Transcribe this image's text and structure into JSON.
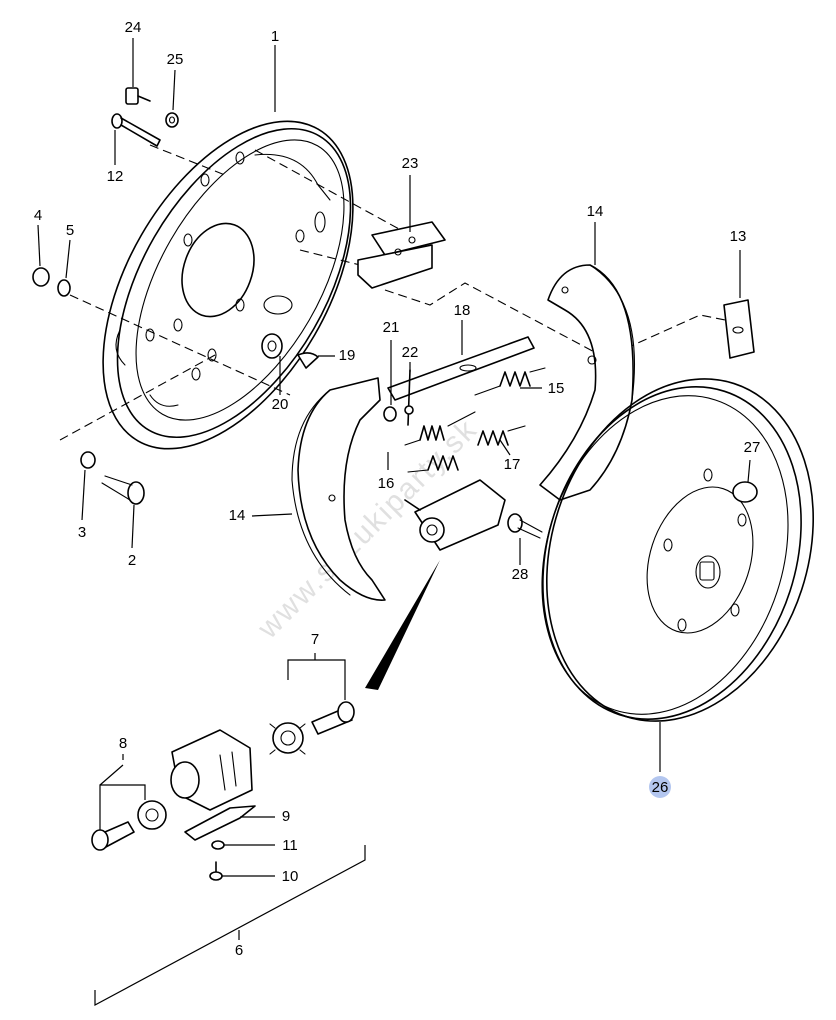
{
  "watermark": "www.suzukiparty.sk",
  "highlight_color": "#b3c6ef",
  "selected_part": "26",
  "labels": {
    "p1": "1",
    "p2": "2",
    "p3": "3",
    "p4": "4",
    "p5": "5",
    "p6": "6",
    "p7": "7",
    "p8": "8",
    "p9": "9",
    "p10": "10",
    "p11": "11",
    "p12": "12",
    "p13": "13",
    "p14a": "14",
    "p14b": "14",
    "p15": "15",
    "p16": "16",
    "p17": "17",
    "p18": "18",
    "p19": "19",
    "p20": "20",
    "p21": "21",
    "p22": "22",
    "p23": "23",
    "p24": "24",
    "p25": "25",
    "p26": "26",
    "p27": "27",
    "p28": "28"
  }
}
